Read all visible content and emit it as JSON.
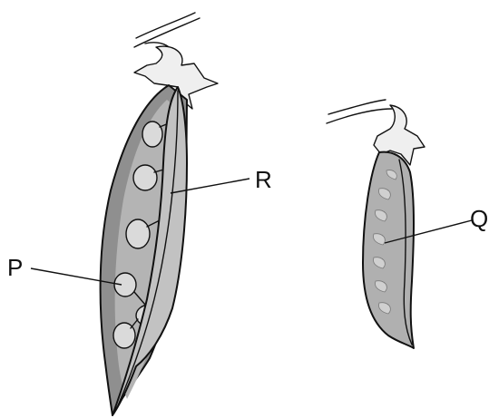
{
  "labels": {
    "P": "P",
    "Q": "Q",
    "R": "R"
  },
  "colors": {
    "pod_dark": "#8a8a8a",
    "pod_mid": "#a6a6a6",
    "pod_light": "#c4c4c4",
    "seed": "#d9d9d9",
    "stalk": "#efefef",
    "outline": "#111111"
  }
}
